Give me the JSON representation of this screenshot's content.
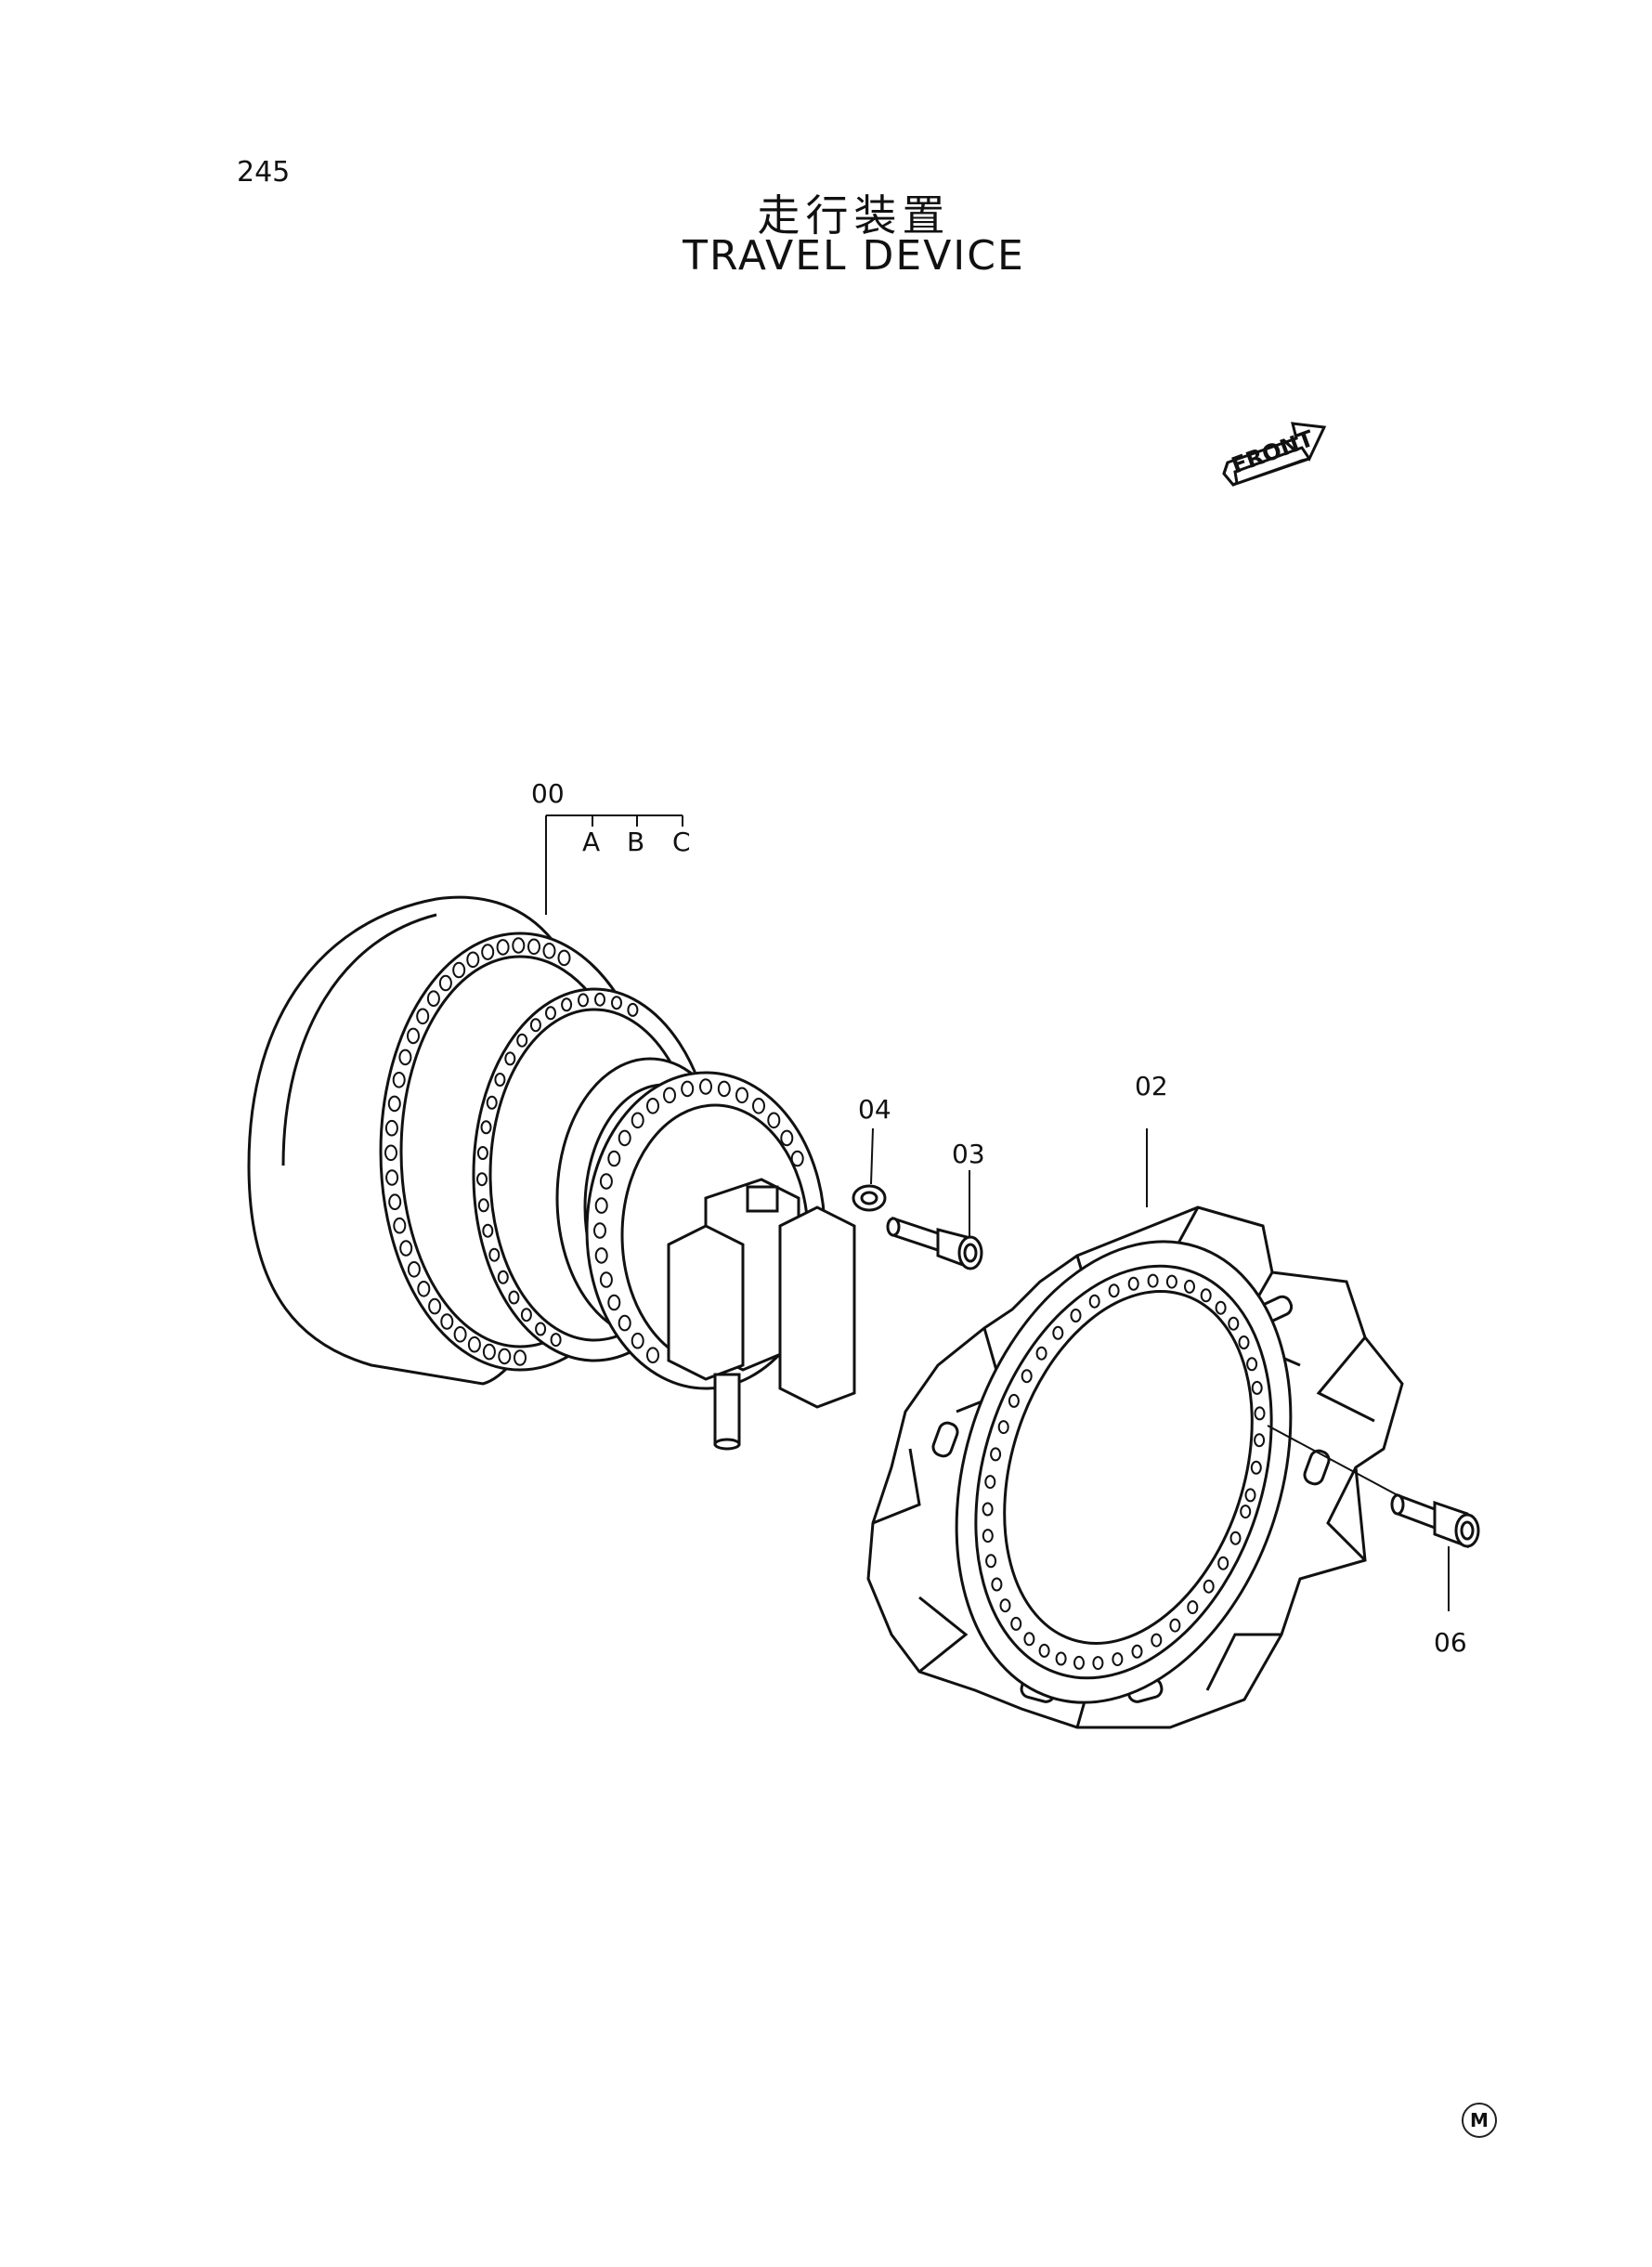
{
  "header": {
    "page_number": "245",
    "title_jp": "走行装置",
    "title_en": "TRAVEL DEVICE"
  },
  "direction_indicator": {
    "text": "FRONT"
  },
  "callouts": {
    "assembly": "00",
    "sub_a": "A",
    "sub_b": "B",
    "sub_c": "C",
    "sprocket": "02",
    "bolt": "03",
    "washer": "04",
    "sprocket_bolt": "06"
  },
  "footer": {
    "mark": "M"
  },
  "colors": {
    "line": "#111111",
    "background": "#ffffff"
  }
}
